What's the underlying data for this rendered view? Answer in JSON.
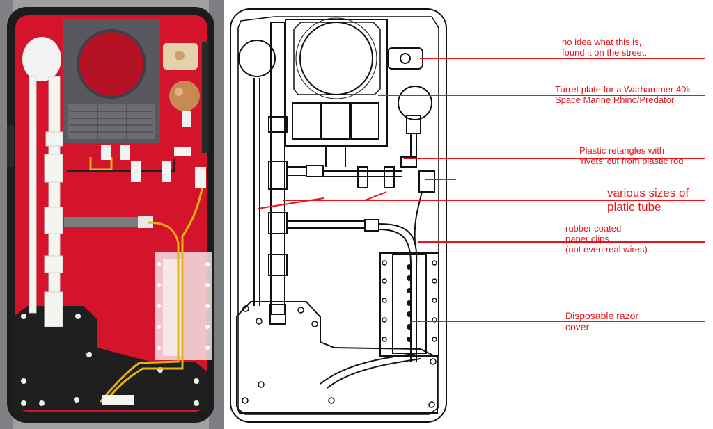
{
  "colors": {
    "annotation_red": "#e8141c",
    "case_red": "#d4142a",
    "case_black": "#1c1c1c",
    "tube_white": "#f4f4f0",
    "wire_yellow": "#e5b413",
    "turret_grey": "#55575c"
  },
  "annotations": [
    {
      "id": "street-object",
      "text": "no idea what this is,\nfound it on the street."
    },
    {
      "id": "turret-plate",
      "text": "Turret plate for a Warhammer 40k\nSpace Marine Rhino/Predator"
    },
    {
      "id": "plastic-rectangles",
      "text": "Plastic retangles with\n'rivets' cut from plastic rod"
    },
    {
      "id": "plastic-tube",
      "text": "various sizes of\nplatic tube"
    },
    {
      "id": "paper-clips",
      "text": "rubber coated\npaper clips\n(not even real wires)"
    },
    {
      "id": "razor-cover",
      "text": "Disposable razor\ncover"
    }
  ]
}
